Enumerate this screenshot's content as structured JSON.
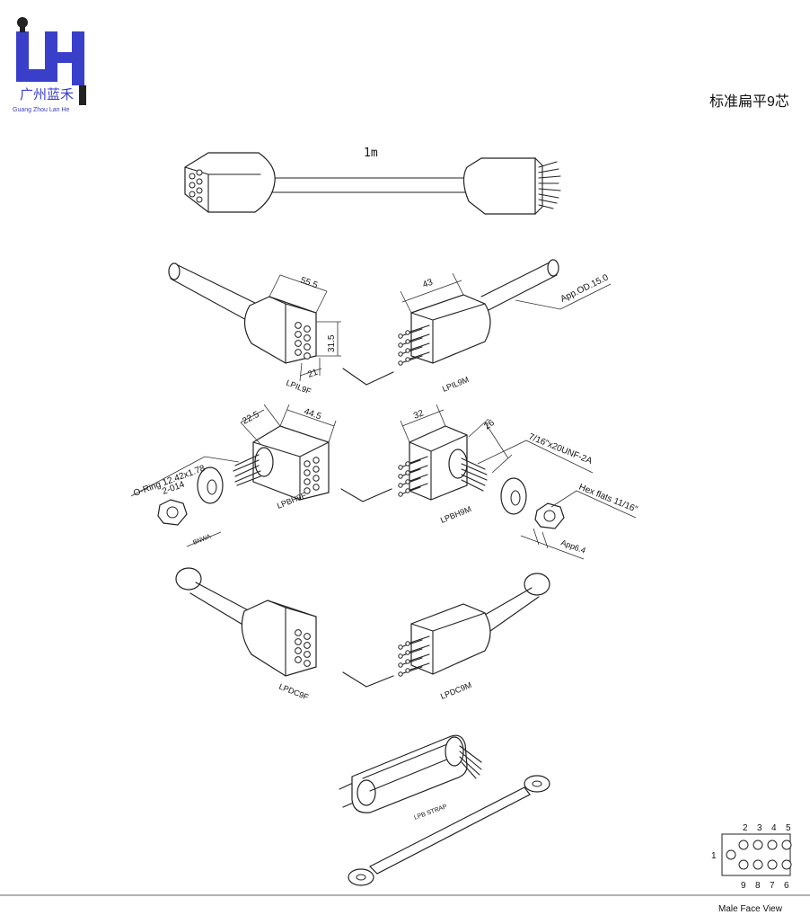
{
  "logo": {
    "cn": "广州蓝禾",
    "en": "Guang Zhou Lan He",
    "color": "#3a3fc9"
  },
  "heading": "标准扁平9芯",
  "cable": {
    "length_label": "1m"
  },
  "parts": {
    "lpil9f": {
      "name": "LPIL9F",
      "dim_len": "55.5",
      "dim_h": "31.5",
      "dim_w": "21"
    },
    "lpil9m": {
      "name": "LPIL9M",
      "dim_len": "43",
      "dim_od": "App.OD.15.0"
    },
    "lpbh9f": {
      "name": "LPBH9F",
      "dim_thread": "22.5",
      "dim_len": "44.5",
      "oring": "O-Ring 12.42x1.78",
      "oring_code": "2-014",
      "washer": "BNWA"
    },
    "lpbh9m": {
      "name": "LPBH9M",
      "dim_len": "32",
      "dim_thread": "26",
      "thread": "7/16\"x20UNF-2A",
      "hex": "Hex flats 11/16\"",
      "nut": "App6.4"
    },
    "lpdc9f": {
      "name": "LPDC9F"
    },
    "lpdc9m": {
      "name": "LPDC9M"
    },
    "strap": {
      "name": "LPB STRAP"
    }
  },
  "face_view": {
    "caption": "Male Face View",
    "top_pins": [
      "2",
      "3",
      "4",
      "5"
    ],
    "side_pin": "1",
    "bottom_pins": [
      "9",
      "8",
      "7",
      "6"
    ]
  }
}
